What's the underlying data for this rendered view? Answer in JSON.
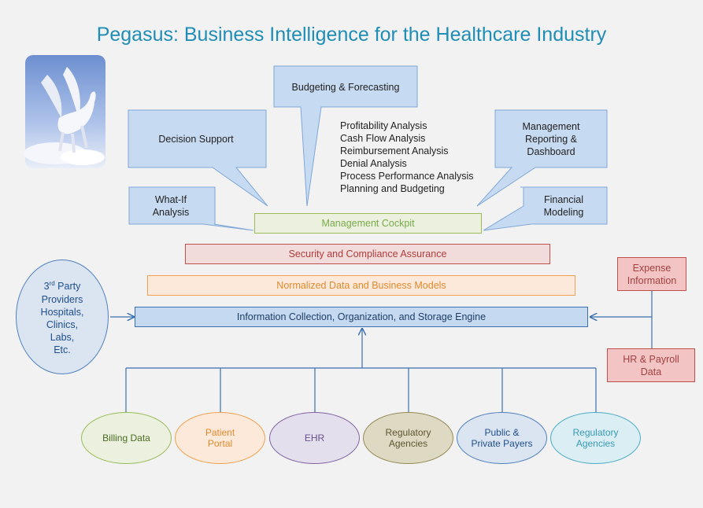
{
  "title": "Pegasus: Business Intelligence for the Healthcare Industry",
  "callouts": {
    "budgeting": "Budgeting & Forecasting",
    "decision": "Decision Support",
    "management_line1": "Management",
    "management_line2": "Reporting &",
    "management_line3": "Dashboard",
    "whatif_line1": "What-If",
    "whatif_line2": "Analysis",
    "financial_line1": "Financial",
    "financial_line2": "Modeling"
  },
  "analysis_list": [
    "Profitability Analysis",
    "Cash Flow Analysis",
    "Reimbursement Analysis",
    "Denial Analysis",
    "Process Performance Analysis",
    "Planning and Budgeting"
  ],
  "layers": {
    "cockpit": "Management Cockpit",
    "security": "Security and Compliance Assurance",
    "normalized": "Normalized Data and Business Models",
    "engine": "Information Collection, Organization, and Storage Engine"
  },
  "third_party": {
    "line1_sup": "rd",
    "line1_num": "3",
    "line1_rest": " Party",
    "line2": "Providers",
    "line3": "Hospitals,",
    "line4": "Clinics,",
    "line5": "Labs,",
    "line6": "Etc."
  },
  "right_sources": {
    "expense_line1": "Expense",
    "expense_line2": "Information",
    "hr_line1": "HR & Payroll",
    "hr_line2": "Data"
  },
  "bottom_sources": [
    {
      "line1": "Billing Data",
      "line2": ""
    },
    {
      "line1": "Patient",
      "line2": "Portal"
    },
    {
      "line1": "EHR",
      "line2": ""
    },
    {
      "line1": "Regulatory",
      "line2": "Agencies"
    },
    {
      "line1": "Public &",
      "line2": "Private Payers"
    },
    {
      "line1": "Regulatory",
      "line2": "Agencies"
    }
  ],
  "colors": {
    "title": "#1f8db5",
    "callout_fill": "#c6daf2",
    "cockpit": "#7aaa4a",
    "security": "#c0504d",
    "normalized": "#f0a050",
    "engine_fill": "#c5d9f1"
  }
}
